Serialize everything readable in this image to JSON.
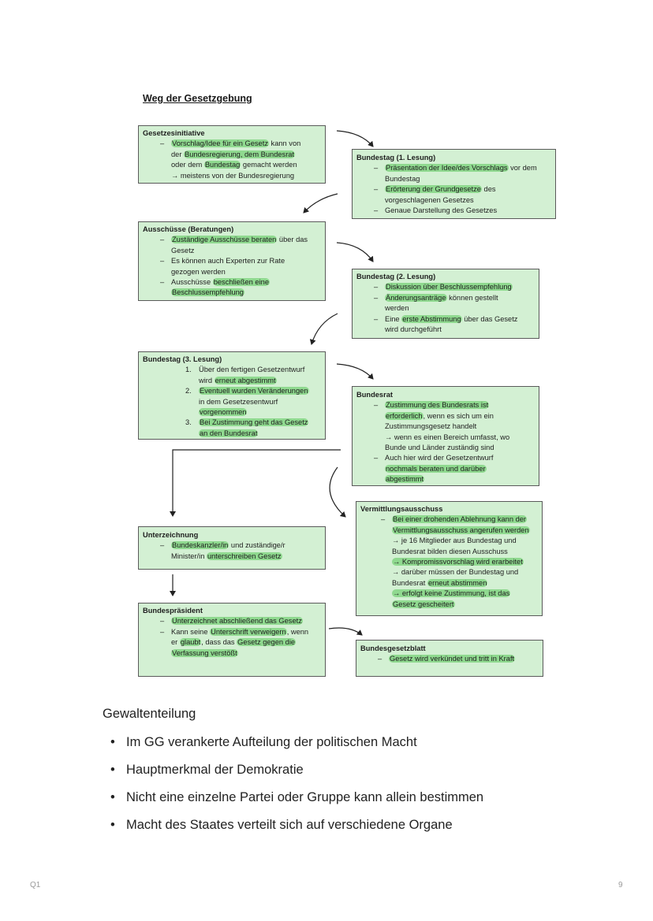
{
  "title": "Weg der Gesetzgebung",
  "boxes": {
    "gesetzesinitiative": {
      "title": "Gesetzesinitiative",
      "l1a": "Vorschlag/Idee für ein Gesetz",
      "l1b": " kann von",
      "l2a": "der ",
      "l2b": "Bundesregierung, dem Bundesrat",
      "l3a": "oder dem ",
      "l3b": "Bundestag",
      "l3c": " gemacht werden",
      "l4": "→ meistens von der Bundesregierung"
    },
    "lesung1": {
      "title": "Bundestag (1. Lesung)",
      "i1a": "Präsentation der Idee/des Vorschlags",
      "i1b": " vor dem",
      "i1c": "Bundestag",
      "i2a": "Erörterung der Grundgesetze",
      "i2b": " des",
      "i2c": "vorgeschlagenen Gesetzes",
      "i3": "Genaue Darstellung des Gesetzes"
    },
    "ausschuesse": {
      "title": "Ausschüsse (Beratungen)",
      "i1a": "Zuständige Ausschüsse beraten",
      "i1b": " über das",
      "i1c": "Gesetz",
      "i2a": "Es können auch Experten zur Rate",
      "i2b": "gezogen werden",
      "i3a": "Ausschüsse ",
      "i3b": "beschließen eine",
      "i3c": "Beschlussempfehlung"
    },
    "lesung2": {
      "title": "Bundestag (2. Lesung)",
      "i1": "Diskussion über Beschlussempfehlung",
      "i2a": "Änderungsanträge",
      "i2b": " können gestellt",
      "i2c": "werden",
      "i3a": "Eine ",
      "i3b": "erste Abstimmung",
      "i3c": " über das Gesetz",
      "i3d": "wird durchgeführt"
    },
    "lesung3": {
      "title": "Bundestag (3. Lesung)",
      "n1": "1.",
      "i1a": "Über den fertigen Gesetzentwurf",
      "i1b": "wird ",
      "i1c": "erneut abgestimmt",
      "n2": "2.",
      "i2a": "Eventuell wurden Veränderungen",
      "i2b": "in dem Gesetzesentwurf",
      "i2c": "vorgenommen",
      "n3": "3.",
      "i3a": "Bei Zustimmung geht das Gesetz",
      "i3b": "an den Bundesrat"
    },
    "bundesrat": {
      "title": "Bundesrat",
      "i1a": "Zustimmung des Bundesrats ist",
      "i1b": "erforderlich",
      "i1c": ", wenn es sich um ein",
      "i1d": "Zustimmungsgesetz handelt",
      "i1e": "→ wenn es einen Bereich umfasst, wo",
      "i1f": "Bunde und Länder zuständig sind",
      "i2a": "Auch hier wird der Gesetzentwurf",
      "i2b": "nochmals beraten und darüber",
      "i2c": "abgestimmt"
    },
    "vermittlung": {
      "title": "Vermittlungsausschuss",
      "l1": "Bei einer drohenden Ablehnung kann der",
      "l2": "Vermittlungsausschuss angerufen werden",
      "l3": "→ je 16 Mitglieder aus Bundestag und",
      "l4": "Bundesrat bilden diesen Ausschuss",
      "l5": "→ Kompromissvorschlag wird erarbeitet",
      "l6": "→ darüber müssen der Bundestag und",
      "l7a": "Bundesrat ",
      "l7b": "erneut abstimmen",
      "l8": "→ erfolgt keine Zustimmung, ist das",
      "l9": "Gesetz gescheitert"
    },
    "unterzeichnung": {
      "title": "Unterzeichnung",
      "i1a": "Bundeskanzler/in",
      "i1b": " und zuständige/r",
      "i1c": "Minister/in ",
      "i1d": "unterschreiben Gesetz"
    },
    "praesident": {
      "title": "Bundespräsident",
      "i1": "Unterzeichnet abschließend das Gesetz",
      "i2a": "Kann seine ",
      "i2b": "Unterschrift verweigern",
      "i2c": ", wenn",
      "i2d": "er ",
      "i2e": "glaubt",
      "i2f": ", dass das ",
      "i2g": "Gesetz gegen die",
      "i2h": "Verfassung verstößt"
    },
    "gesetzblatt": {
      "title": "Bundesgesetzblatt",
      "i1": "Gesetz wird verkündet und tritt in Kraft"
    }
  },
  "section": {
    "heading": "Gewaltenteilung",
    "bullets": [
      "Im GG verankerte Aufteilung der politischen Macht",
      "Hauptmerkmal der Demokratie",
      "Nicht eine einzelne Partei oder Gruppe kann allein bestimmen",
      "Macht des Staates verteilt sich auf verschiedene Organe"
    ]
  },
  "footer": {
    "left": "Q1",
    "right": "9"
  },
  "colors": {
    "box_fill": "#d3f0d3",
    "highlight": "#8fd98f",
    "border": "#5a5a5a"
  }
}
